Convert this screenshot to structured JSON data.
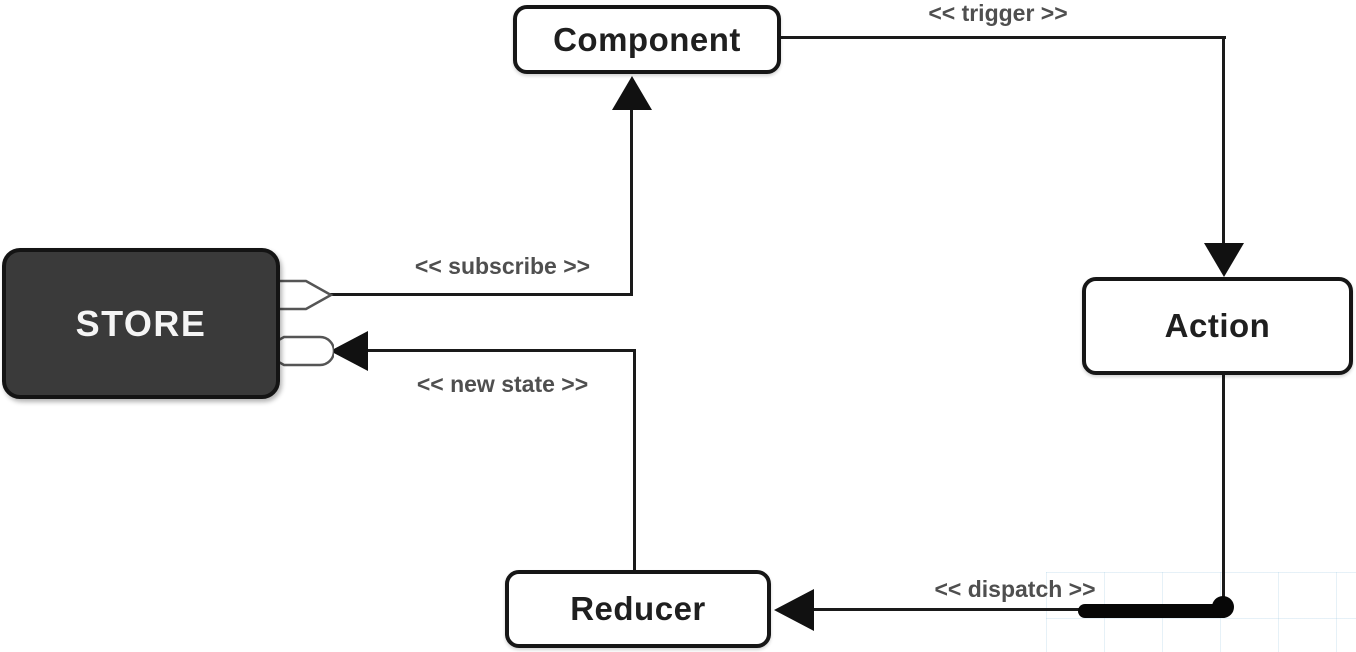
{
  "diagram": {
    "type": "redux-data-flow",
    "nodes": {
      "component": {
        "label": "Component"
      },
      "action": {
        "label": "Action"
      },
      "reducer": {
        "label": "Reducer"
      },
      "store": {
        "label": "STORE"
      }
    },
    "edges": {
      "trigger": {
        "label": "<< trigger >>",
        "from": "component",
        "to": "action"
      },
      "dispatch": {
        "label": "<< dispatch >>",
        "from": "action",
        "to": "reducer"
      },
      "new_state": {
        "label": "<< new state >>",
        "from": "reducer",
        "to": "store"
      },
      "subscribe": {
        "label": "<< subscribe >>",
        "from": "store",
        "to": "component"
      }
    },
    "colors": {
      "background": "#ffffff",
      "line": "#1a1a1a",
      "edge_label": "#4f4f4f",
      "node_fill": "#ffffff",
      "node_border": "#161616",
      "node_text": "#1f1f1f",
      "store_fill": "#3a3a3a",
      "store_text": "#f5f5f5",
      "connector_fill": "#ffffff",
      "connector_stroke": "#555555",
      "highlight_stroke": "#070707"
    }
  }
}
